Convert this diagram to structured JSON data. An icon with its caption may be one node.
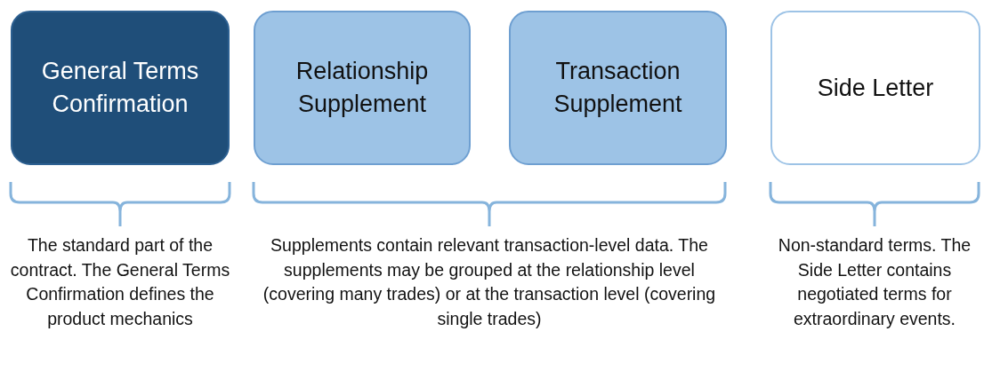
{
  "diagram": {
    "nodes": [
      {
        "text": [
          "General Terms Confirmation"
        ]
      },
      {
        "text": [
          "Relationship Supplement"
        ]
      },
      {
        "text": [
          "Transaction Supplement"
        ]
      },
      {
        "text": [
          "Side Letter"
        ]
      }
    ],
    "labels": [
      "The standard part of the contract. The General Terms Confirmation defines the product mechanics",
      "Supplements contain relevant transaction-level data. The supplements may be grouped at the relationship level (covering many trades) or at the transaction level (covering single trades)",
      "Non-standard terms. The Side Letter contains negotiated terms for extraordinary events."
    ]
  }
}
